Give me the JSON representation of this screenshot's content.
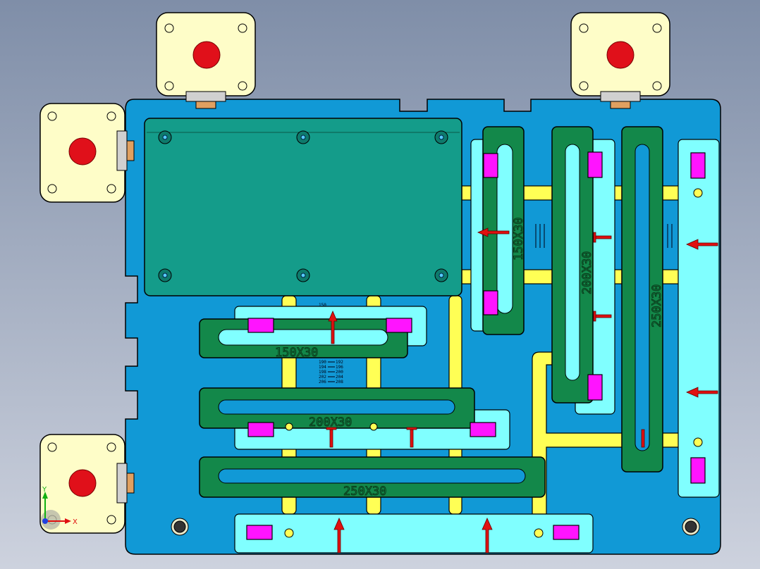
{
  "viewport": {
    "background_top": "#7f8ea8",
    "background_bottom": "#cdd2de"
  },
  "colors": {
    "base_plate": "#1199d6",
    "teal_plate": "#149c8a",
    "rail": "#ffff55",
    "guide": "#80ffff",
    "slider": "#13884a",
    "pad": "#ff14ff",
    "arrow": "#e01010",
    "motor": "#fefdc8",
    "motor_button": "#e0101a"
  },
  "sliders": {
    "h150": "150X30",
    "h200": "200X30",
    "h250": "250X30",
    "v150": "150X30",
    "v200": "200X30",
    "v250": "250X30"
  },
  "scale_ticks": {
    "left": [
      "190",
      "194",
      "198",
      "202",
      "206"
    ],
    "right": [
      "192",
      "196",
      "200",
      "204",
      "208"
    ],
    "top_label": "150"
  },
  "triad": {
    "x_label": "X",
    "y_label": "Y",
    "x_color": "#e01010",
    "y_color": "#10b010"
  }
}
